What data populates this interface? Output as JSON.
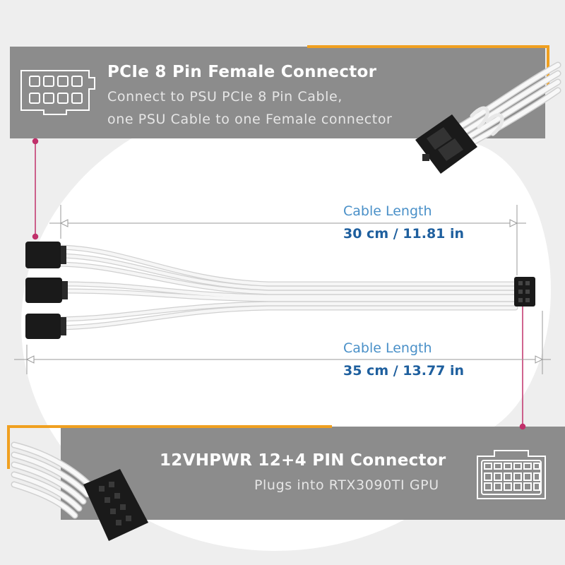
{
  "top_connector": {
    "title": "PCIe 8 Pin Female Connector",
    "subtitle_line1": "Connect to PSU PCIe 8 Pin Cable,",
    "subtitle_line2": "one PSU Cable to one Female connector"
  },
  "bottom_connector": {
    "title": "12VHPWR 12+4 PIN Connector",
    "subtitle": "Plugs into RTX3090TI GPU"
  },
  "length_short": {
    "label": "Cable Length",
    "value": "30 cm / 11.81 in"
  },
  "length_long": {
    "label": "Cable Length",
    "value": "35 cm / 13.77 in"
  },
  "colors": {
    "banner": "#8c8c8c",
    "accent_orange": "#f0a020",
    "marker_pink": "#c0306a",
    "dimension_text": "#1e5f9e",
    "connector_black": "#1a1a1a",
    "cable_white": "#f2f2f2"
  },
  "icons": {
    "top": "pcie-8pin-outline-icon",
    "bottom": "12vhpwr-16pin-outline-icon"
  }
}
